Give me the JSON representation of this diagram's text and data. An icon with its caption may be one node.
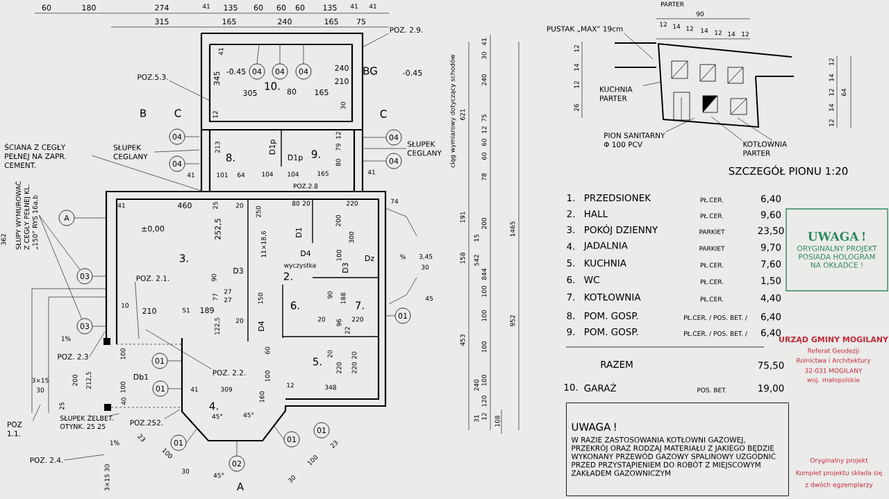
{
  "diagram": {
    "nodes": [
      {
        "text": [
          "UWAGA !",
          "ORYGINALNY PROJEKT POSIADA HOLOGRAM NA OKŁADCE !"
        ]
      },
      {
        "text": [
          "UWAGA !",
          "W RAZIE ZASTOSOWANIA KOTŁOWNI GAZOWEJ, PRZEKRÓJ ORAZ RODZAJ MATERIAŁU Z JAKIEGO BĘDZIE WYKONANY PRZEWÓD GAZOWY SPALINOWY UZGODNIĆ PRZED PRZYSTĄPIENIEM DO ROBÓT Z MIEJSCOWYM ZAKŁADEM GAZOWNICZYM"
        ]
      },
      {
        "text": [
          "POZ. 2.9."
        ]
      },
      {
        "text": [
          "POZ.5.3."
        ]
      },
      {
        "text": [
          "ŚCIANA Z CEGŁY PEŁNEJ NA ZAPR. CEMENT."
        ]
      },
      {
        "text": [
          "SŁUPEK CEGLANY"
        ]
      },
      {
        "text": [
          "SŁUPEK CEGLANY"
        ]
      },
      {
        "text": [
          "SŁUPY WYMUROWAĆ Z CEGŁY PEŁNEJ KL. „150” RYS 16a,b"
        ]
      },
      {
        "text": [
          "POZ. 2.1."
        ]
      },
      {
        "text": [
          "POZ. 2.3"
        ]
      },
      {
        "text": [
          "POZ. 2.2."
        ]
      },
      {
        "text": [
          "POZ 1.1."
        ]
      },
      {
        "text": [
          "SŁUPEK ŻELBET. OTYNK. 25 25"
        ]
      },
      {
        "text": [
          "POZ.252."
        ]
      },
      {
        "text": [
          "POZ. 2.4."
        ]
      },
      {
        "text": [
          "PUSTAK „MAX” 19cm"
        ]
      },
      {
        "text": [
          "KUCHNIA PARTER"
        ]
      },
      {
        "text": [
          "PION SANITARNY",
          "Φ 100 PCV"
        ]
      },
      {
        "text": [
          "KOTŁOWNIA PARTER"
        ]
      },
      {
        "text": [
          "04"
        ]
      },
      {
        "text": [
          "04"
        ]
      },
      {
        "text": [
          "04"
        ]
      },
      {
        "text": [
          "04"
        ]
      },
      {
        "text": [
          "04"
        ]
      },
      {
        "text": [
          "04"
        ]
      },
      {
        "text": [
          "04"
        ]
      },
      {
        "text": [
          "A"
        ]
      },
      {
        "text": [
          "03"
        ]
      },
      {
        "text": [
          "03"
        ]
      },
      {
        "text": [
          "01"
        ]
      },
      {
        "text": [
          "01"
        ]
      },
      {
        "text": [
          "01"
        ]
      },
      {
        "text": [
          "01"
        ]
      },
      {
        "text": [
          "01"
        ]
      },
      {
        "text": [
          "02"
        ]
      },
      {
        "text": [
          "01"
        ]
      }
    ],
    "edges": [
      {
        "from": 2,
        "to": null,
        "arrow": "none"
      },
      {
        "from": 3,
        "to": null,
        "arrow": "none"
      },
      {
        "from": 4,
        "to": null,
        "arrow": "none"
      },
      {
        "from": 5,
        "to": null,
        "arrow": "none"
      },
      {
        "from": 6,
        "to": null,
        "arrow": "none"
      },
      {
        "from": 7,
        "to": 27,
        "arrow": "none"
      },
      {
        "from": 7,
        "to": 28,
        "arrow": "none"
      },
      {
        "from": 8,
        "to": null,
        "arrow": "none"
      },
      {
        "from": 9,
        "to": null,
        "arrow": "none"
      },
      {
        "from": 10,
        "to": null,
        "arrow": "none"
      },
      {
        "from": 11,
        "to": null,
        "arrow": "none"
      },
      {
        "from": 12,
        "to": null,
        "arrow": "none"
      },
      {
        "from": 13,
        "to": null,
        "arrow": "none"
      },
      {
        "from": 14,
        "to": null,
        "arrow": "none"
      },
      {
        "from": 15,
        "to": null,
        "arrow": "none"
      },
      {
        "from": 16,
        "to": null,
        "arrow": "none"
      },
      {
        "from": 17,
        "to": null,
        "arrow": "none"
      },
      {
        "from": 18,
        "to": null,
        "arrow": "none"
      },
      {
        "from": 18,
        "to": null,
        "arrow": "none"
      },
      {
        "from": 19,
        "to": null,
        "arrow": "none"
      },
      {
        "from": 20,
        "to": null,
        "arrow": "none"
      },
      {
        "from": 21,
        "to": null,
        "arrow": "none"
      },
      {
        "from": 22,
        "to": null,
        "arrow": "none"
      },
      {
        "from": 23,
        "to": null,
        "arrow": "none"
      },
      {
        "from": 24,
        "to": null,
        "arrow": "none"
      },
      {
        "from": 25,
        "to": null,
        "arrow": "none"
      },
      {
        "from": 26,
        "to": null,
        "arrow": "none"
      },
      {
        "from": 27,
        "to": null,
        "arrow": "none"
      },
      {
        "from": 28,
        "to": null,
        "arrow": "none"
      },
      {
        "from": 29,
        "to": null,
        "arrow": "none"
      },
      {
        "from": 30,
        "to": null,
        "arrow": "none"
      },
      {
        "from": 31,
        "to": null,
        "arrow": "none"
      },
      {
        "from": 32,
        "to": null,
        "arrow": "none"
      },
      {
        "from": 34,
        "to": null,
        "arrow": "none"
      },
      {
        "from": 35,
        "to": null,
        "arrow": "none"
      }
    ],
    "labels": [
      "60",
      "180",
      "274",
      "41",
      "135",
      "60",
      "60",
      "60",
      "135",
      "41",
      "41",
      "315",
      "165",
      "240",
      "165",
      "75",
      "41",
      "-0.45",
      "345",
      "305",
      "10.",
      "80",
      "165",
      "240",
      "210",
      "BG",
      "30",
      "B",
      "C",
      "12",
      "C",
      "-0.45",
      "8.",
      "9.",
      "D1p",
      "D1p",
      "213",
      "12",
      "79",
      "80",
      "41",
      "101",
      "64",
      "104",
      "104",
      "165",
      "41",
      "POZ.2.8",
      "41",
      "460",
      "25",
      "20",
      "±0,00",
      "3.",
      "252,5",
      "250",
      "80",
      "20",
      "220",
      "74",
      "11×18,6",
      "200",
      "300",
      "D1",
      "D4",
      "wyczystka",
      "90",
      "D3",
      "2.",
      "77",
      "27",
      "27",
      "150",
      "6.",
      "100",
      "D3",
      "Dz",
      "%",
      "3,45",
      "30",
      "45",
      "90",
      "188",
      "7.",
      "10",
      "210",
      "51",
      "189",
      "122,5",
      "20",
      "D4",
      "20",
      "96",
      "220",
      "1%",
      "22",
      "60",
      "20",
      "20",
      "5.",
      "100",
      "Db1",
      "100",
      "3×15",
      "30",
      "200",
      "212,5",
      "100",
      "220",
      "220",
      "41",
      "309",
      "12",
      "348",
      "25",
      "40",
      "4.",
      "160",
      "45°",
      "45°",
      "1%",
      "23",
      "100",
      "30",
      "45°",
      "3×15 30",
      "A",
      "23",
      "100",
      "30",
      "362",
      "ciąg wymiarowy dotyczący schodów",
      "621",
      "41",
      "30",
      "240",
      "75",
      "12",
      "60",
      "60",
      "78",
      "191",
      "200",
      "15",
      "158",
      "542",
      "1465",
      "844",
      "100",
      "100",
      "453",
      "952",
      "100",
      "100",
      "240",
      "120",
      "31",
      "12",
      "108",
      "PARTER",
      "12",
      "14",
      "12",
      "26",
      "90",
      "12",
      "14",
      "12",
      "14",
      "12",
      "14",
      "12",
      "12",
      "14",
      "12",
      "14",
      "12",
      "64",
      "SZCZEGÓŁ PIONU 1:20",
      "1.",
      "PRZEDSIONEK",
      "PŁ.CER.",
      "6,40",
      "2.",
      "HALL",
      "PŁ.CER.",
      "9,60",
      "3.",
      "POKÓJ DZIENNY",
      "PARKIET",
      "23,50",
      "4.",
      "JADALNIA",
      "PARKIET",
      "9,70",
      "5.",
      "KUCHNIA",
      "PŁ.CER.",
      "7,60",
      "6.",
      "WC",
      "PŁ.CER.",
      "1,50",
      "7.",
      "KOTŁOWNIA",
      "PŁ.CER.",
      "4,40",
      "8.",
      "POM. GOSP.",
      "PŁ.CER. / POS. BET. /",
      "6,40",
      "9.",
      "POM. GOSP.",
      "PŁ.CER. / POS. BET. /",
      "6,40",
      "RAZEM",
      "75,50",
      "10.",
      "GARAŻ",
      "POS. BET.",
      "19,00",
      "URZĄD GMINY MOGILANY",
      "Referat Geodezji",
      "Rolnictwa i Architektury",
      "32-031 MOGILANY",
      "woj. małopolskie",
      "Oryginalny projekt",
      "Komplet projektu składa się",
      "z dwóch egzemplarzy"
    ]
  }
}
